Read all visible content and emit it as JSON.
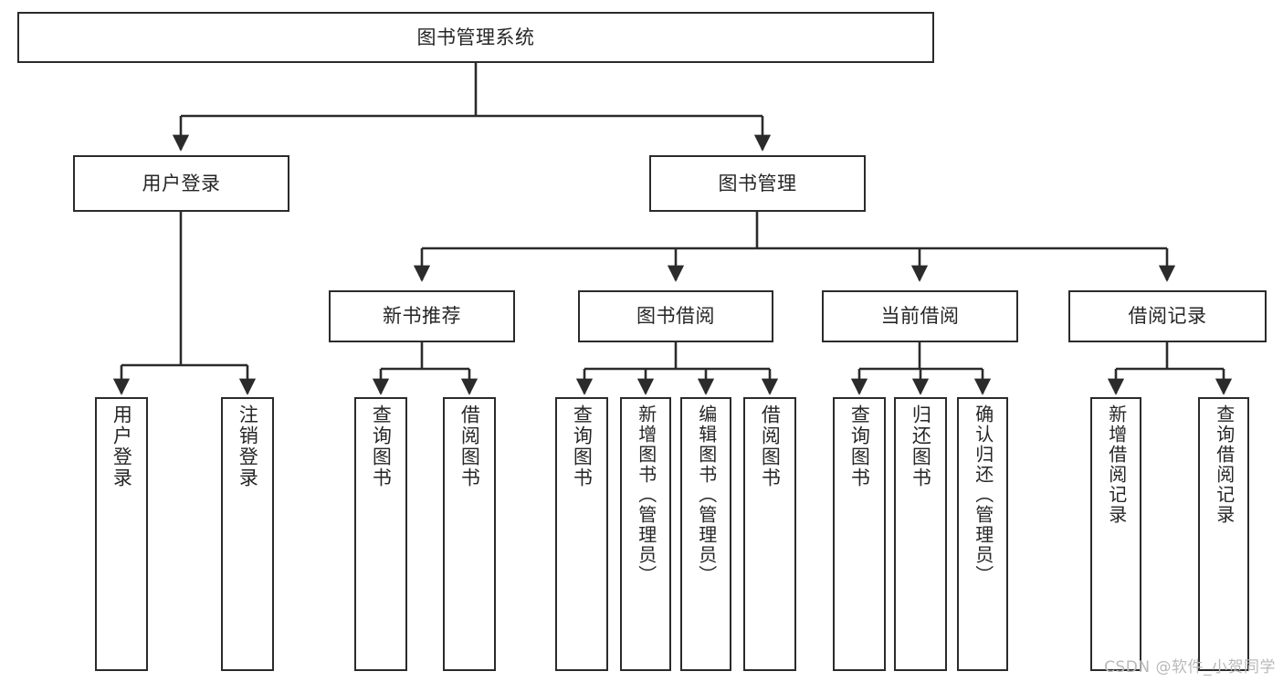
{
  "diagram": {
    "type": "tree",
    "title": "图书管理系统",
    "watermark": "CSDN @软件_小贺同学",
    "colors": {
      "box_border": "#2b2b2b",
      "box_fill": "#ffffff",
      "text": "#262626",
      "edge": "#2b2b2b",
      "watermark": "#b9b9b9",
      "background": "#ffffff"
    },
    "nodes": {
      "root": {
        "label": "图书管理系统"
      },
      "level2": [
        {
          "id": "user-login",
          "label": "用户登录"
        },
        {
          "id": "book-manage",
          "label": "图书管理"
        }
      ],
      "level3": [
        {
          "id": "new-book-recommend",
          "label": "新书推荐"
        },
        {
          "id": "book-borrow",
          "label": "图书借阅"
        },
        {
          "id": "current-borrow",
          "label": "当前借阅"
        },
        {
          "id": "borrow-record",
          "label": "借阅记录"
        }
      ],
      "leaves": {
        "user-login": [
          {
            "id": "leaf-user-login",
            "label": "用户登录"
          },
          {
            "id": "leaf-logout",
            "label": "注销登录"
          }
        ],
        "new-book-recommend": [
          {
            "id": "leaf-query-book-1",
            "label": "查询图书"
          },
          {
            "id": "leaf-borrow-book-1",
            "label": "借阅图书"
          }
        ],
        "book-borrow": [
          {
            "id": "leaf-query-book-2",
            "label": "查询图书"
          },
          {
            "id": "leaf-add-book",
            "label": "新增图书（管理员）"
          },
          {
            "id": "leaf-edit-book",
            "label": "编辑图书（管理员）"
          },
          {
            "id": "leaf-borrow-book-2",
            "label": "借阅图书"
          }
        ],
        "current-borrow": [
          {
            "id": "leaf-query-book-3",
            "label": "查询图书"
          },
          {
            "id": "leaf-return-book",
            "label": "归还图书"
          },
          {
            "id": "leaf-confirm-return",
            "label": "确认归还（管理员）"
          }
        ],
        "borrow-record": [
          {
            "id": "leaf-add-record",
            "label": "新增借阅记录"
          },
          {
            "id": "leaf-query-record",
            "label": "查询借阅记录"
          }
        ]
      }
    }
  }
}
